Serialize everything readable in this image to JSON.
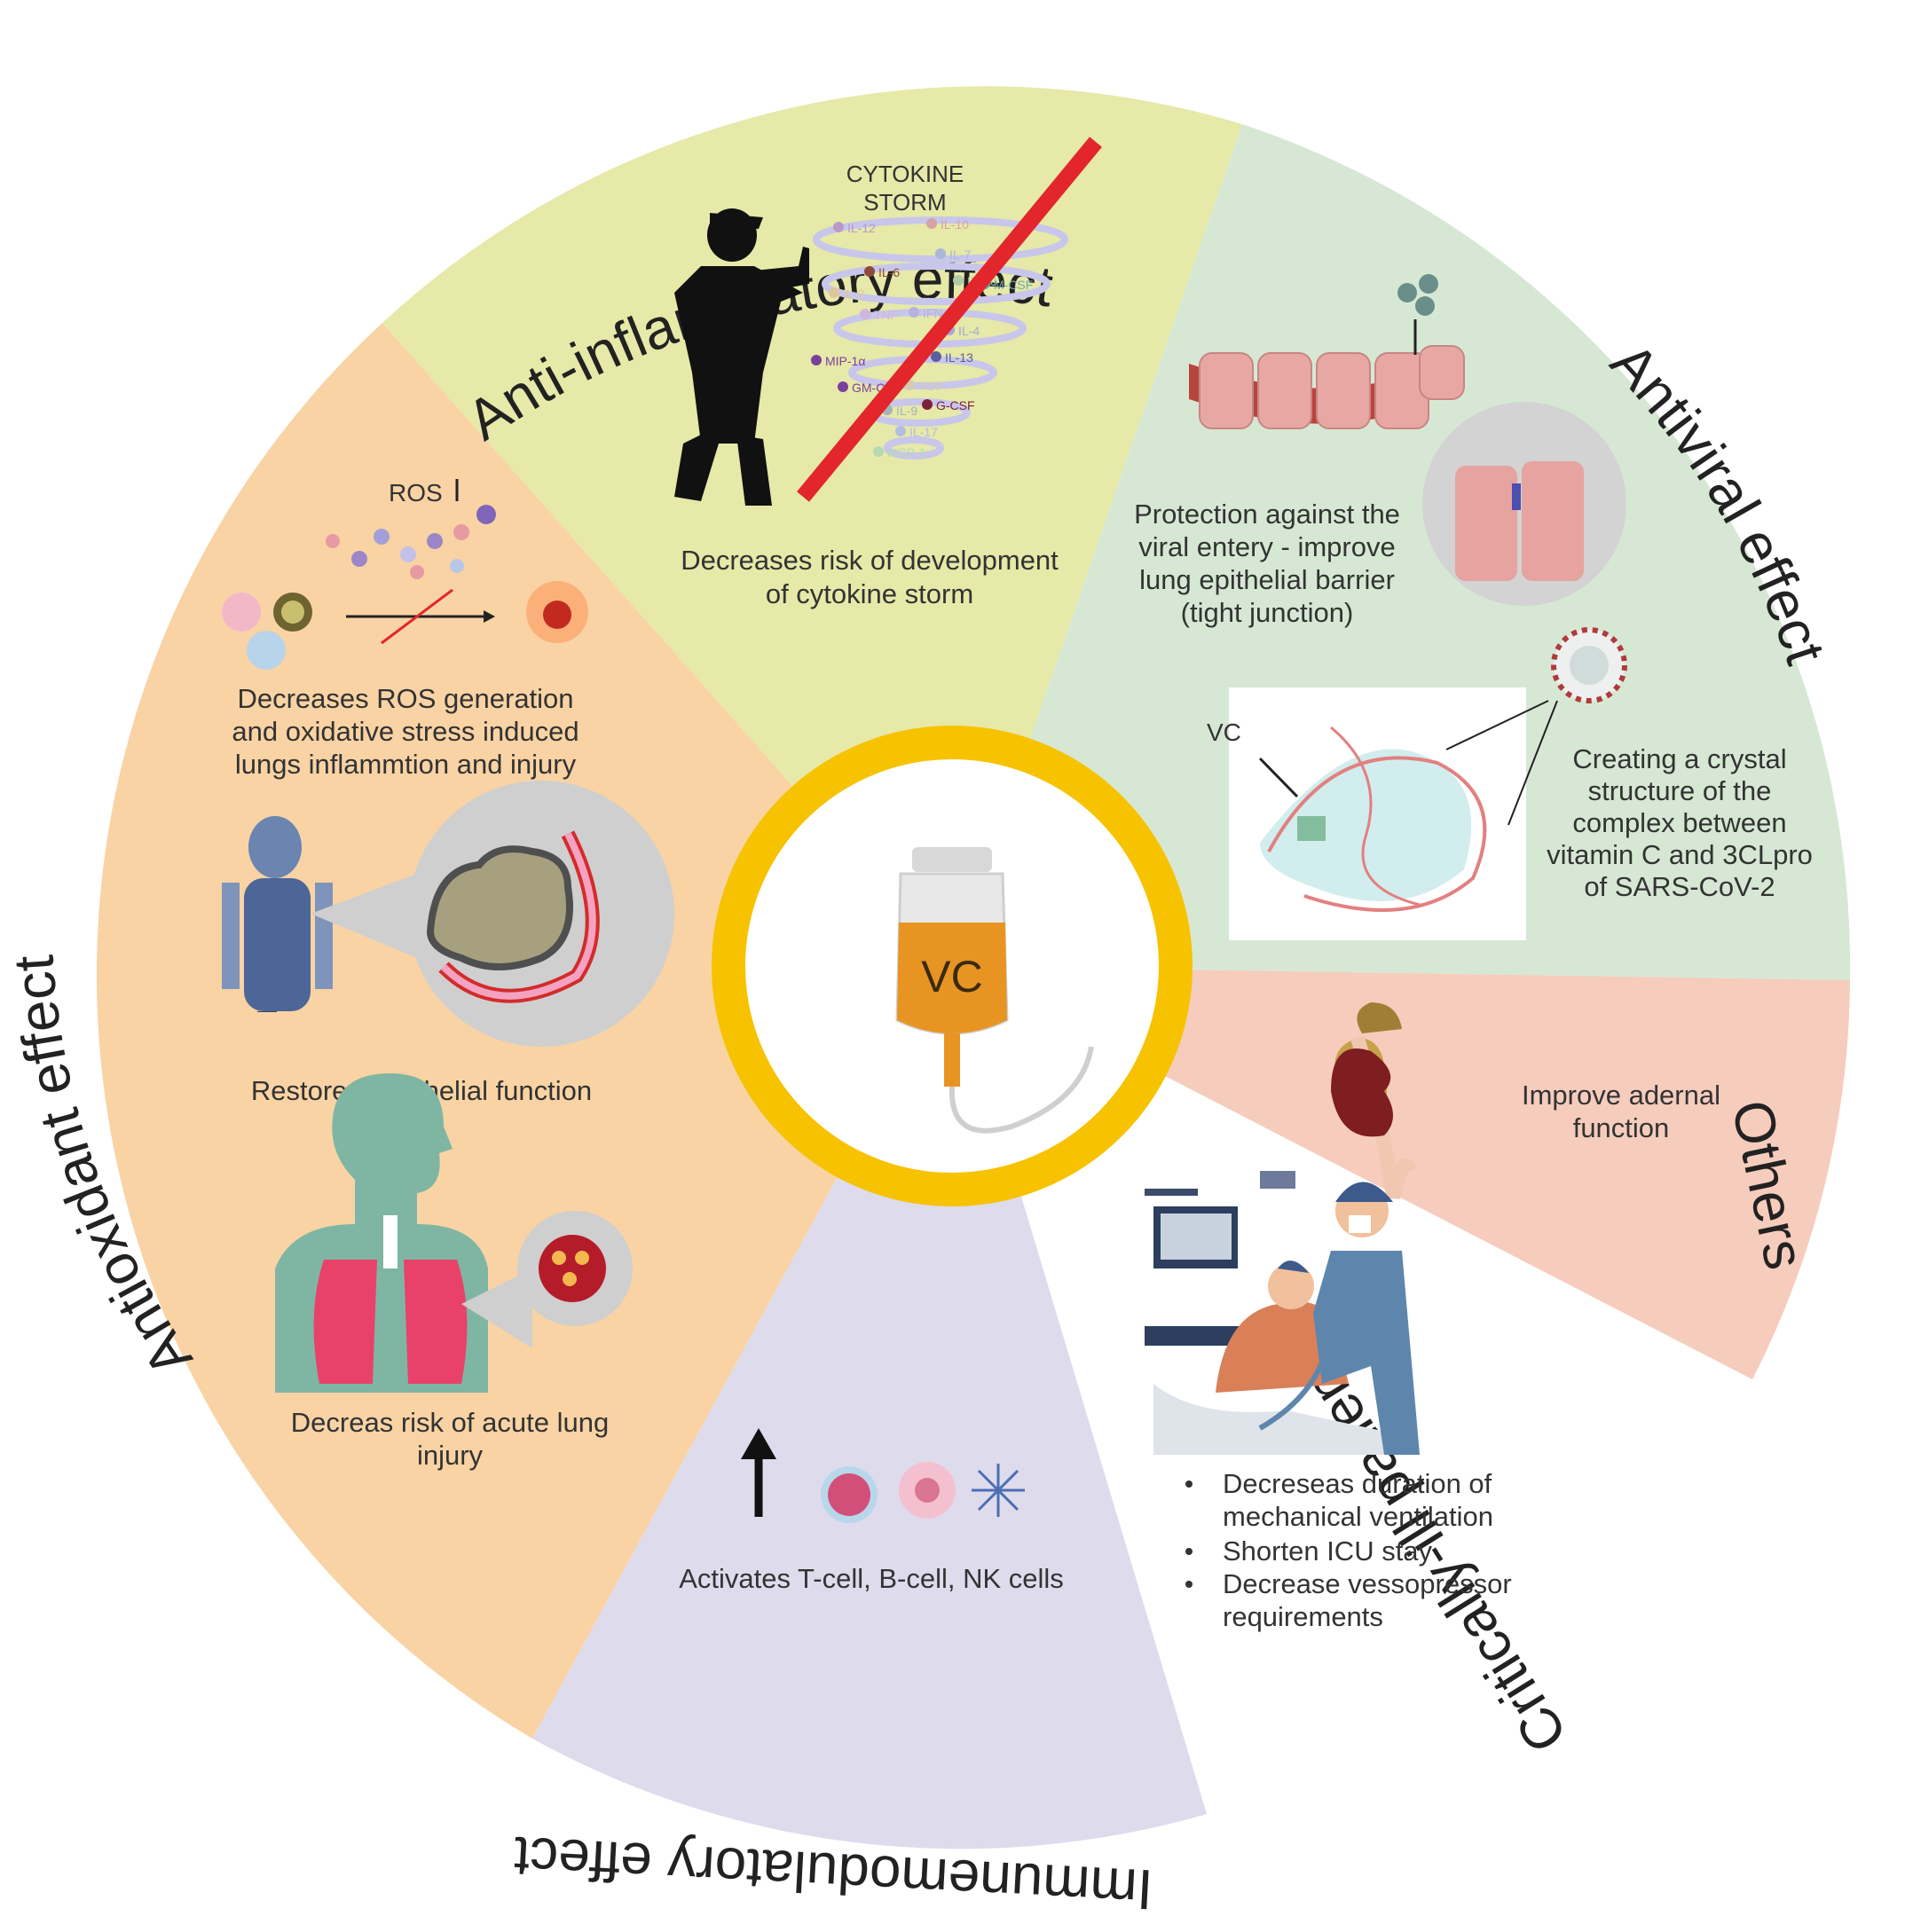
{
  "colors": {
    "antioxidant": "#f9d3a4",
    "anti_inflammatory": "#e6e9a8",
    "antiviral": "#d6e8d4",
    "others": "#f6ccbd",
    "critically_ill": "#ffffff",
    "immunomodulatory": "#dedbed",
    "center_ring": "#f7c200",
    "bag": "#e89423",
    "red_slash": "#e2262b"
  },
  "sections": {
    "anti_inflammatory": {
      "title": "Anti-inflammatory effect",
      "storm_label_1": "CYTOKINE",
      "storm_label_2": "STORM",
      "cytokines": [
        "IL-12",
        "IL-10",
        "IL-7",
        "IL-6",
        "IL-2",
        "IP-10",
        "TNF",
        "IFN",
        "IL-4",
        "MIP-1α",
        "IL-13",
        "GM-CSF",
        "TGF",
        "IL-9",
        "G-CSF",
        "IL-17",
        "MCP-1",
        "M-CSF"
      ],
      "caption_1": "Decreases risk of development",
      "caption_2": "of cytokine storm",
      "icon": "police-officer-stop-icon"
    },
    "antiviral": {
      "title": "Antiviral effect",
      "barrier_caption_1": "Protection against the",
      "barrier_caption_2": "viral entery - improve",
      "barrier_caption_3": "lung epithelial barrier",
      "barrier_caption_4": "(tight junction)",
      "vc_label": "VC",
      "crystal_caption_1": "Creating a crystal",
      "crystal_caption_2": "structure of the",
      "crystal_caption_3": "complex between",
      "crystal_caption_4": "vitamin C and 3CLpro",
      "crystal_caption_5": "of SARS-CoV-2",
      "icon": "coronavirus-icon"
    },
    "antioxidant": {
      "title": "Antioxidant effect",
      "ros_label": "ROS",
      "ros_caption_1": "Decreases ROS generation",
      "ros_caption_2": "and oxidative stress induced",
      "ros_caption_3": "lungs inflammtion and injury",
      "endothelial_caption": "Restore endothelial function",
      "lung_caption_1": "Decreas risk of acute lung",
      "lung_caption_2": "injury"
    },
    "others": {
      "title": "Others",
      "caption_1": "Improve adernal",
      "caption_2": "function",
      "icon": "kidney-adrenal-icon"
    },
    "critically_ill": {
      "title": "Critically-ill patients",
      "bullets": [
        "Decreseas duration of",
        "mechanical ventilation",
        "Shorten ICU stay",
        "Decrease vessopressor",
        "requirements"
      ],
      "icon": "icu-ventilation-icon"
    },
    "immunomodulatory": {
      "title": "Immunemodulatory effect",
      "caption": "Activates T-cell, B-cell, NK cells",
      "icon": "immune-cells-icon"
    }
  },
  "center": {
    "label": "VC",
    "icon": "iv-bag-icon"
  }
}
